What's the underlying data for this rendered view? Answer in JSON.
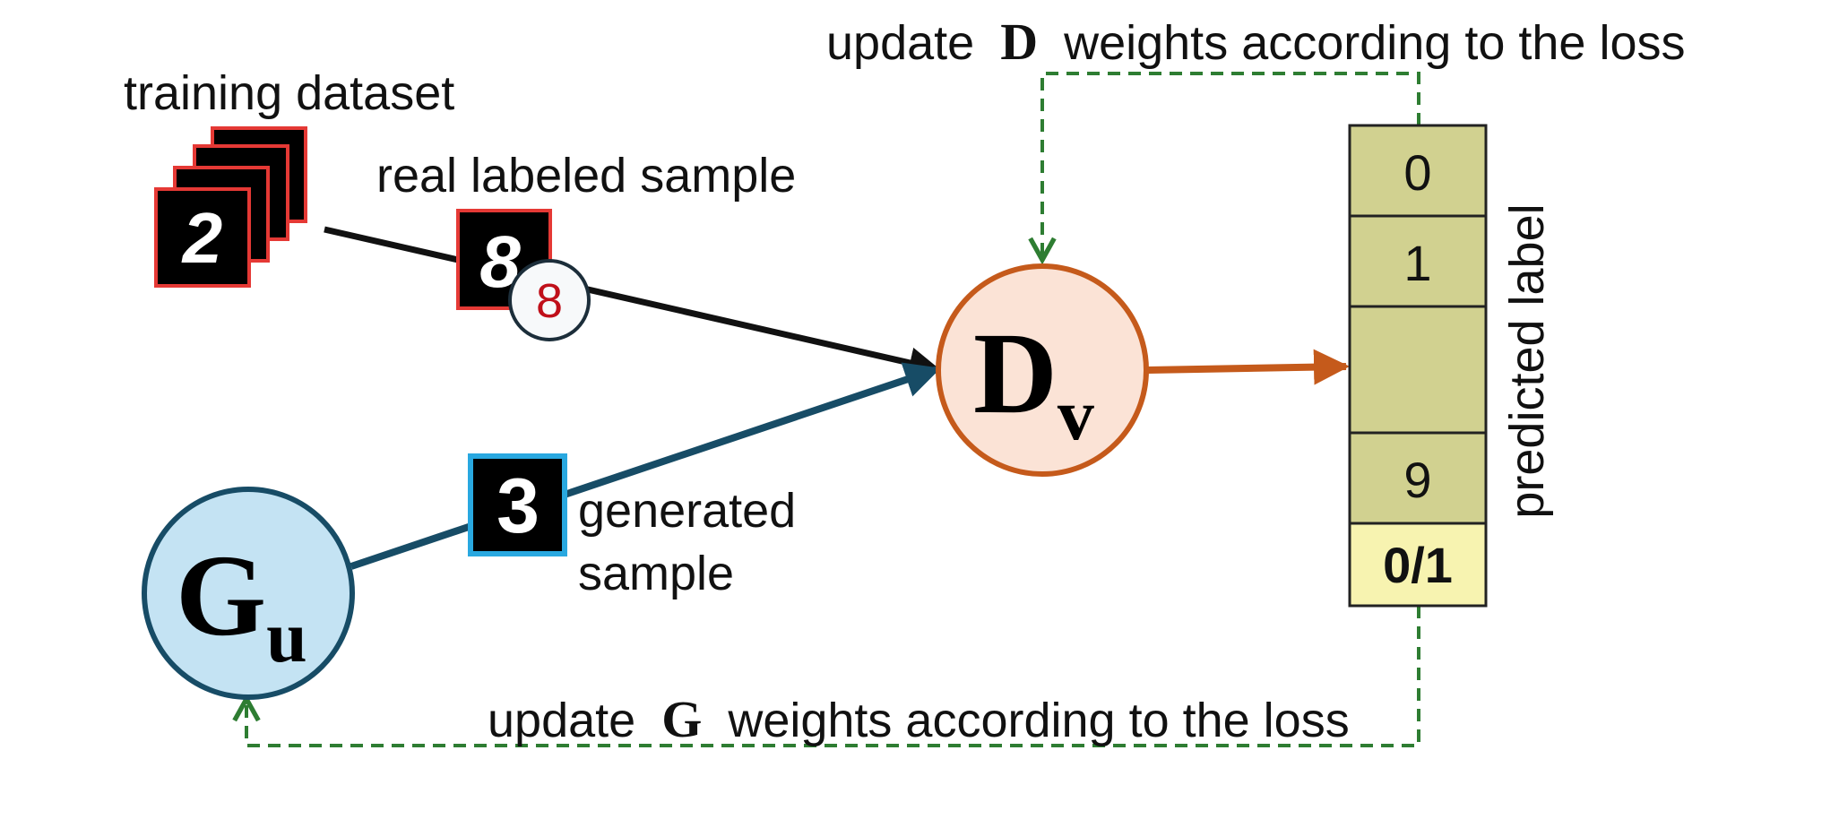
{
  "labels": {
    "training_dataset": "training dataset",
    "real_labeled_sample": "real labeled sample",
    "generated_sample_line1": "generated",
    "generated_sample_line2": "sample",
    "predicted_label": "predicted label",
    "update_d_prefix": "update",
    "update_d_symbol": "D",
    "update_d_suffix": "weights according to the loss",
    "update_g_prefix": "update",
    "update_g_symbol": "G",
    "update_g_suffix": "weights according to the loss"
  },
  "nodes": {
    "discriminator": {
      "symbol": "D",
      "subscript": "v"
    },
    "generator": {
      "symbol": "G",
      "subscript": "u"
    }
  },
  "samples": {
    "dataset_digit": "2",
    "real_digit": "8",
    "real_label": "8",
    "generated_digit": "3"
  },
  "output_cells": [
    "0",
    "1",
    "",
    "9",
    "0/1"
  ],
  "colors": {
    "discriminator_fill": "#fbe3d6",
    "discriminator_stroke": "#c55a1b",
    "generator_fill": "#c4e3f3",
    "generator_stroke": "#174c66",
    "real_arrow": "#111111",
    "generated_arrow": "#174c66",
    "output_arrow": "#c55a1b",
    "feedback_dashed": "#2e7d32",
    "cell_fill": "#d1d190",
    "last_cell_fill": "#f7f3b0",
    "real_sample_border": "#e53935",
    "generated_sample_border": "#29a8e0",
    "real_label_text": "#c0101a"
  }
}
